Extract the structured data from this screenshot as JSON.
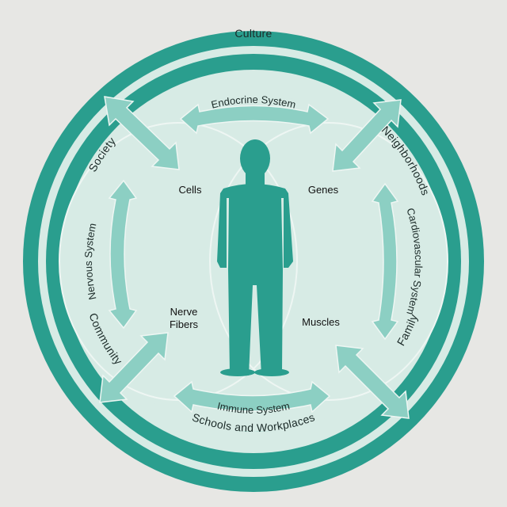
{
  "outer_ring": {
    "top": "Culture",
    "upper_right": "Neighborhoods",
    "right": "Family",
    "bottom": "Schools and Workplaces",
    "left": "Community",
    "upper_left": "Society"
  },
  "inner_ring": {
    "top": "Endocrine System",
    "right": "Cardiovascular System",
    "bottom": "Immune System",
    "left": "Nervous System"
  },
  "center": {
    "top_left": "Cells",
    "top_right": "Genes",
    "bottom_left_line1": "Nerve",
    "bottom_left_line2": "Fibers",
    "bottom_right": "Muscles"
  },
  "colors": {
    "teal": "#2a9e8e",
    "light_teal": "#8ccfc3",
    "pale": "#d7ebe5",
    "background": "#e7e7e4"
  },
  "icons": {
    "figure": "person-silhouette-icon",
    "arrows": "double-arrow-icon"
  }
}
